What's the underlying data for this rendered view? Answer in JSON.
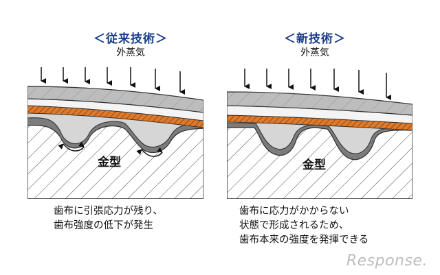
{
  "left": {
    "heading": "＜従来技術＞",
    "external_steam": "外蒸気",
    "mold_label": "金型",
    "caption": "歯布に引張応力が残り、\n歯布強度の低下が発生"
  },
  "right": {
    "heading": "＜新技術＞",
    "external_steam": "外蒸気",
    "mold_label": "金型",
    "caption": "歯布に応力がかからない\n状態で形成されるため、\n歯布本来の強度を発揮できる"
  },
  "watermark": "Response.",
  "colors": {
    "fabric_orange": "#e07a2a",
    "rubber_gray": "#a9a9a9",
    "heading_blue": "#1a3f8a"
  }
}
